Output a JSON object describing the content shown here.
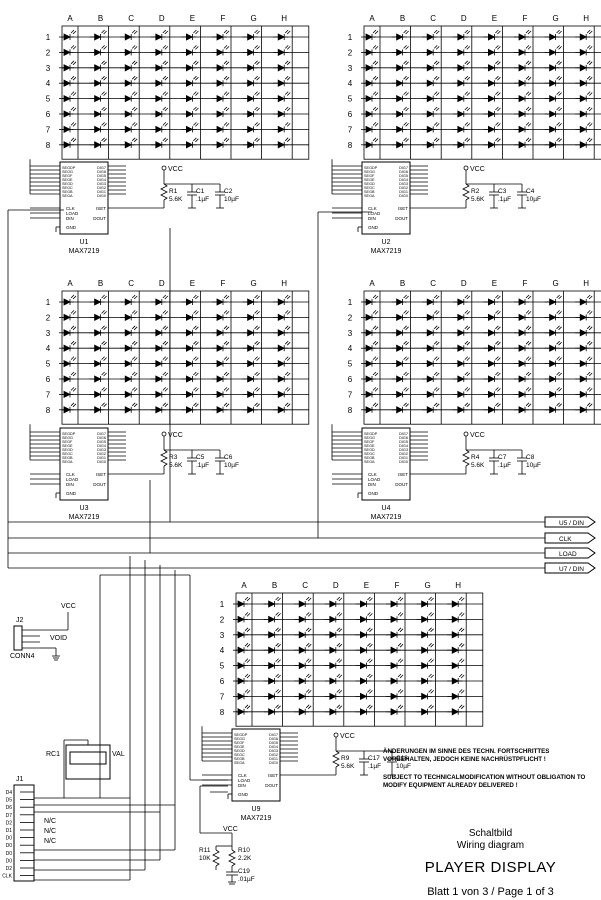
{
  "columns": [
    "A",
    "B",
    "C",
    "D",
    "E",
    "F",
    "G",
    "H"
  ],
  "rows": [
    "1",
    "2",
    "3",
    "4",
    "5",
    "6",
    "7",
    "8"
  ],
  "chip_part": "MAX7219",
  "seg_pins": [
    "SEGDP",
    "SEGG",
    "SEGF",
    "SEGE",
    "SEGD",
    "SEGC",
    "SEGB",
    "SEGA"
  ],
  "dig_pins": [
    "DIG7",
    "DIG6",
    "DIG5",
    "DIG4",
    "DIG3",
    "DIG2",
    "DIG1",
    "DIG0"
  ],
  "ctrl_pins": {
    "clk": "CLK",
    "load": "LOAD",
    "din": "DIN",
    "gnd": "GND",
    "iset": "ISET",
    "dout": "DOUT"
  },
  "vcc": "VCC",
  "matrices": [
    {
      "chip": "U1",
      "r": "R1",
      "r_val": "5.6K",
      "c_small": "C1",
      "c_small_val": ".1µF",
      "c_big": "C2",
      "c_big_val": "10µF"
    },
    {
      "chip": "U2",
      "r": "R2",
      "r_val": "5.6K",
      "c_small": "C3",
      "c_small_val": ".1µF",
      "c_big": "C4",
      "c_big_val": "10µF"
    },
    {
      "chip": "U3",
      "r": "R3",
      "r_val": "5.6K",
      "c_small": "C5",
      "c_small_val": ".1µF",
      "c_big": "C6",
      "c_big_val": "10µF"
    },
    {
      "chip": "U4",
      "r": "R4",
      "r_val": "5.6K",
      "c_small": "C7",
      "c_small_val": ".1µF",
      "c_big": "C8",
      "c_big_val": "10µF"
    },
    {
      "chip": "U9",
      "r": "R9",
      "r_val": "5.6K",
      "c_small": "C17",
      "c_small_val": ".1µF",
      "c_big": "C18",
      "c_big_val": "10µF"
    }
  ],
  "signals": [
    "U5 / DIN",
    "CLK",
    "LOAD",
    "U7 / DIN"
  ],
  "j2": {
    "ref": "J2",
    "name": "CONN4",
    "label": "VOID"
  },
  "rc1": {
    "ref": "RC1",
    "label": "VAL"
  },
  "j1": {
    "ref": "J1",
    "left_labels": [
      "D4",
      "D5",
      "D6",
      "D7",
      "D2",
      "D1",
      "D0",
      "D0",
      "D0",
      "D0",
      "D2",
      "CLK"
    ],
    "nc": [
      "N/C",
      "N/C",
      "N/C"
    ]
  },
  "pullups": {
    "r11": "R11",
    "r11_val": "10K",
    "r10": "R10",
    "r10_val": "2.2K",
    "c19": "C19",
    "c19_val": ".01µF"
  },
  "notes": {
    "de": "ÄNDERUNGEN IM SINNE DES TECHN. FORTSCHRITTES VORBEHALTEN, JEDOCH KEINE NACHRÜSTPFLICHT !",
    "en": "SUBJECT TO TECHNICALMODIFICATION WITHOUT OBLIGATION TO MODIFY EQUIPMENT ALREADY DELIVERED !"
  },
  "title_block": {
    "title_de": "Schaltbild",
    "title_en": "Wiring diagram",
    "name": "PLAYER DISPLAY",
    "sheet": "Blatt  1 von 3   /   Page  1 of 3"
  }
}
